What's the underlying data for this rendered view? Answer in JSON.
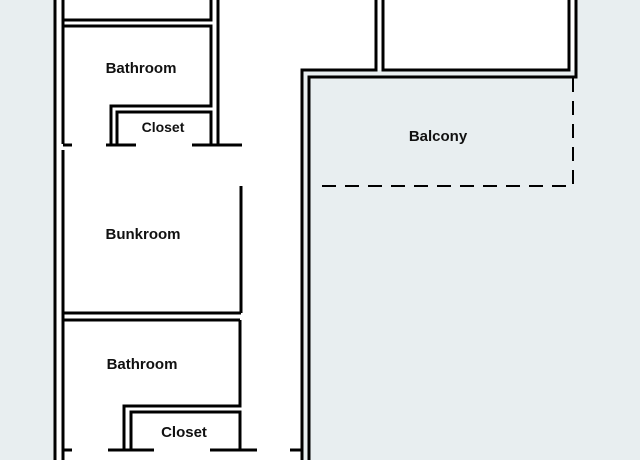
{
  "floor_plan": {
    "colors": {
      "background": "#e8eef0",
      "room_fill": "#ffffff",
      "wall": "#000000",
      "text": "#111111"
    },
    "rooms": [
      {
        "id": "bathroom-upper",
        "label": "Bathroom"
      },
      {
        "id": "closet-upper",
        "label": "Closet"
      },
      {
        "id": "bunkroom",
        "label": "Bunkroom"
      },
      {
        "id": "bathroom-lower",
        "label": "Bathroom"
      },
      {
        "id": "closet-lower",
        "label": "Closet"
      },
      {
        "id": "balcony",
        "label": "Balcony"
      }
    ]
  }
}
